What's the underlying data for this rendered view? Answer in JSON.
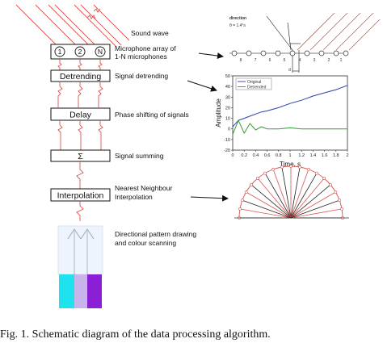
{
  "labels": {
    "sound_wave": "Sound wave",
    "mic_array_line1": "Microphone array of",
    "mic_array_line2": "1-N microphones",
    "signal_detrending": "Signal detrending",
    "phase_shifting": "Phase shifting of signals",
    "signal_summing": "Signal summing",
    "nn_line1": "Nearest Neighbour",
    "nn_line2": "Interpolation",
    "dir_line1": "Directional pattern drawing",
    "dir_line2": "and colour scanning"
  },
  "blocks": {
    "detrending": "Detrending",
    "delay": "Delay",
    "sigma": "Σ",
    "interpolation": "Interpolation"
  },
  "mics": [
    "1",
    "2",
    "N"
  ],
  "array_diagram": {
    "title": "direction",
    "subtitle": "θ = 1.4°s",
    "d_label": "d",
    "left_numbers": [
      "8",
      "7",
      "6",
      "5"
    ],
    "right_numbers": [
      "4",
      "3",
      "2",
      "1"
    ]
  },
  "caption": "Fig. 1.   Schematic diagram of the data processing algorithm.",
  "colors": {
    "wave_red": "#d9534f",
    "series_blue": "#2b3fb0",
    "series_green": "#3a9a3a",
    "cyan": "#1ee3ee",
    "lavender": "#c8b4ea",
    "purple": "#8a1fd6"
  },
  "chart_data": {
    "type": "line",
    "xlabel": "Time, s",
    "ylabel": "Amplitude",
    "xlim": [
      0,
      2
    ],
    "ylim": [
      -20,
      50
    ],
    "x_ticks": [
      "0",
      "0.2",
      "0.4",
      "0.6",
      "0.8",
      "1",
      "1.2",
      "1.4",
      "1.6",
      "1.8",
      "2"
    ],
    "y_ticks": [
      "-20",
      "-10",
      "0",
      "10",
      "20",
      "30",
      "40",
      "50"
    ],
    "legend": [
      "Original",
      "Detrended"
    ],
    "legend_position": "top-left",
    "series": [
      {
        "name": "Original",
        "color": "#2b3fb0",
        "x": [
          0,
          0.1,
          0.2,
          0.3,
          0.4,
          0.5,
          0.6,
          0.8,
          1.0,
          1.2,
          1.4,
          1.6,
          1.8,
          2.0
        ],
        "y": [
          2,
          8,
          10,
          12,
          14,
          16,
          17,
          20,
          24,
          27,
          31,
          34,
          37,
          41
        ]
      },
      {
        "name": "Detrended",
        "color": "#3a9a3a",
        "x": [
          0,
          0.1,
          0.2,
          0.3,
          0.4,
          0.5,
          0.6,
          0.8,
          1.0,
          1.2,
          1.4,
          1.6,
          1.8,
          2.0
        ],
        "y": [
          -5,
          8,
          -4,
          5,
          -1,
          2,
          0,
          0,
          1,
          0,
          0,
          0,
          0,
          0
        ]
      }
    ]
  }
}
